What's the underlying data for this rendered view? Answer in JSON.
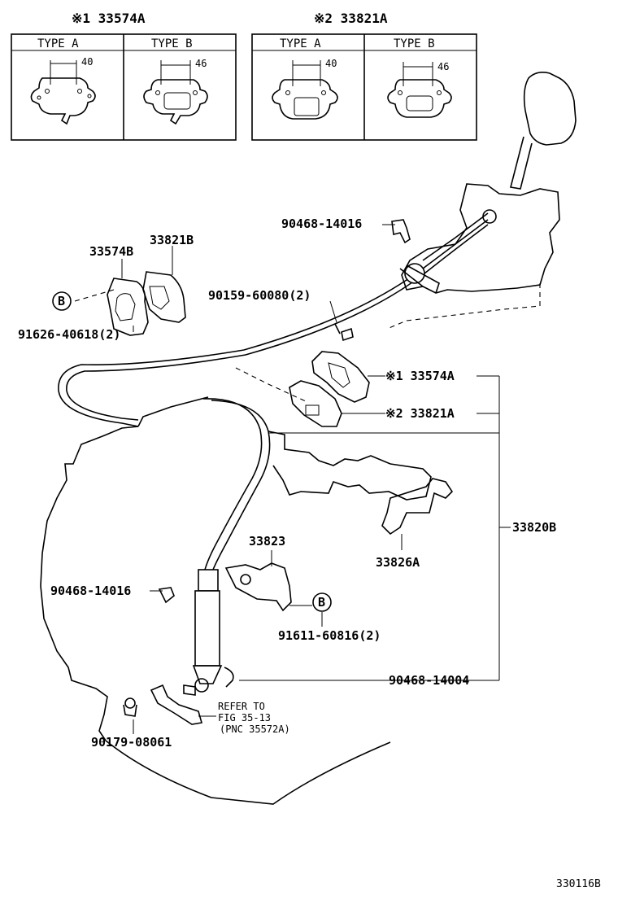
{
  "header": {
    "left_title": "※1 33574A",
    "right_title": "※2 33821A",
    "type_a": "TYPE A",
    "type_b": "TYPE B",
    "dim_40": "40",
    "dim_46": "46"
  },
  "labels": {
    "p90468_14016_top": "90468-14016",
    "p33574B": "33574B",
    "p33821B": "33821B",
    "circle_b": "B",
    "p90159_60080": "90159-60080(2)",
    "p91626_40618": "91626-40618(2)",
    "p33574A": "※1 33574A",
    "p33821A": "※2 33821A",
    "p33820B": "33820B",
    "p33823": "33823",
    "p33826A": "33826A",
    "p90468_14016_mid": "90468-14016",
    "p91611_60816": "91611-60816(2)",
    "p90468_14004": "90468-14004",
    "refer_line1": "REFER TO",
    "refer_line2": "FIG 35-13",
    "refer_line3": "(PNC 35572A)",
    "p90179_08061": "90179-08061"
  },
  "figure_id": "330116B"
}
